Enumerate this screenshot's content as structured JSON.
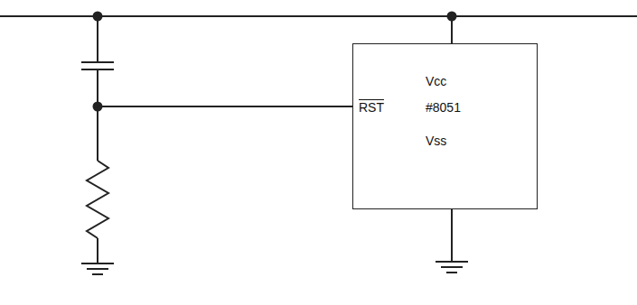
{
  "diagram": {
    "nodes": [
      {
        "text": [
          "Vcc",
          "RST",
          "#8051",
          "Vss"
        ]
      }
    ]
  }
}
